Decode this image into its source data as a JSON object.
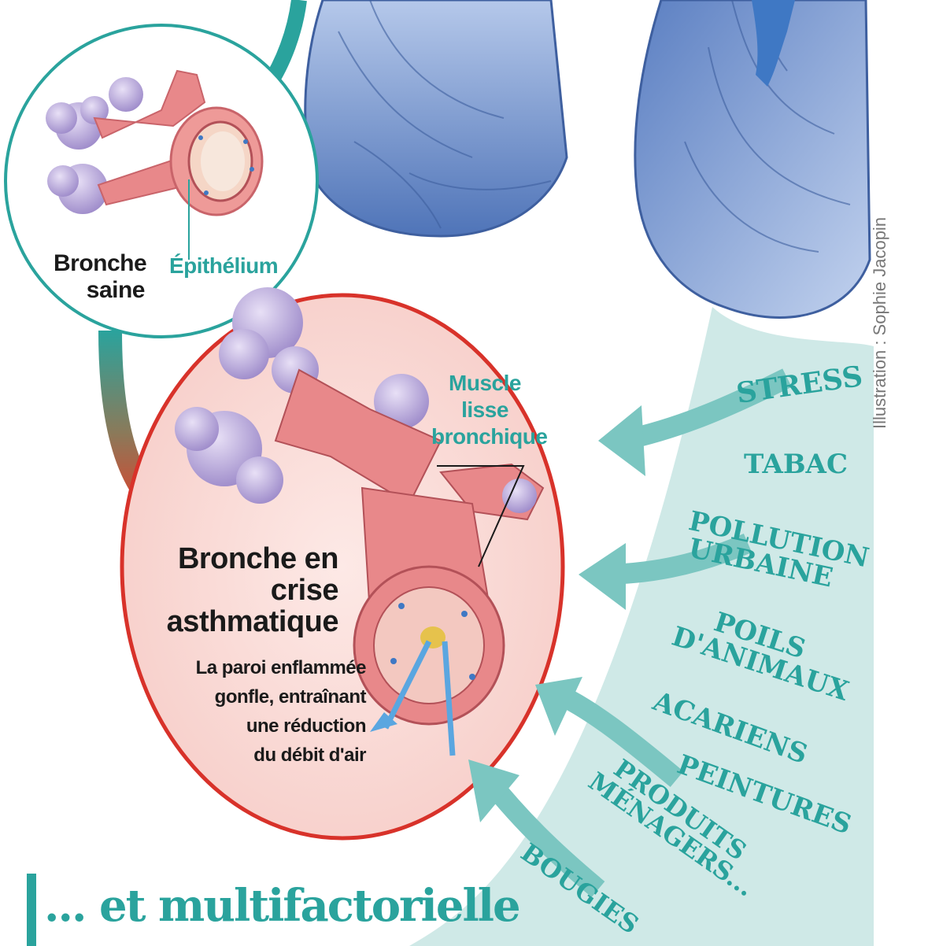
{
  "labels": {
    "bronche_saine": "Bronche\nsaine",
    "epithelium": "Épithélium",
    "bronche_crise": "Bronche en crise\nasthmatique",
    "muscle": "Muscle\nlisse\nbronchique",
    "paroi": "La paroi enflammée\ngonfle, entraînant\nune réduction\ndu débit d'air"
  },
  "factors": [
    "STRESS",
    "TABAC",
    "POLLUTION URBAINE",
    "POILS D'ANIMAUX",
    "ACARIENS",
    "PEINTURES",
    "PRODUITS MÉNAGERS...",
    "BOUGIES"
  ],
  "credit": "Illustration : Sophie Jacopin",
  "bottom_title": "... et multifactorielle",
  "colors": {
    "teal": "#2aa39d",
    "light_teal": "#cfe9e7",
    "lung_blue": "#5a7fc0",
    "red_circle": "#d8322a",
    "pink_fill": "#fbe1dd",
    "bronchus_pink": "#e8888a",
    "alveoli_lilac": "#b7a6d9"
  }
}
